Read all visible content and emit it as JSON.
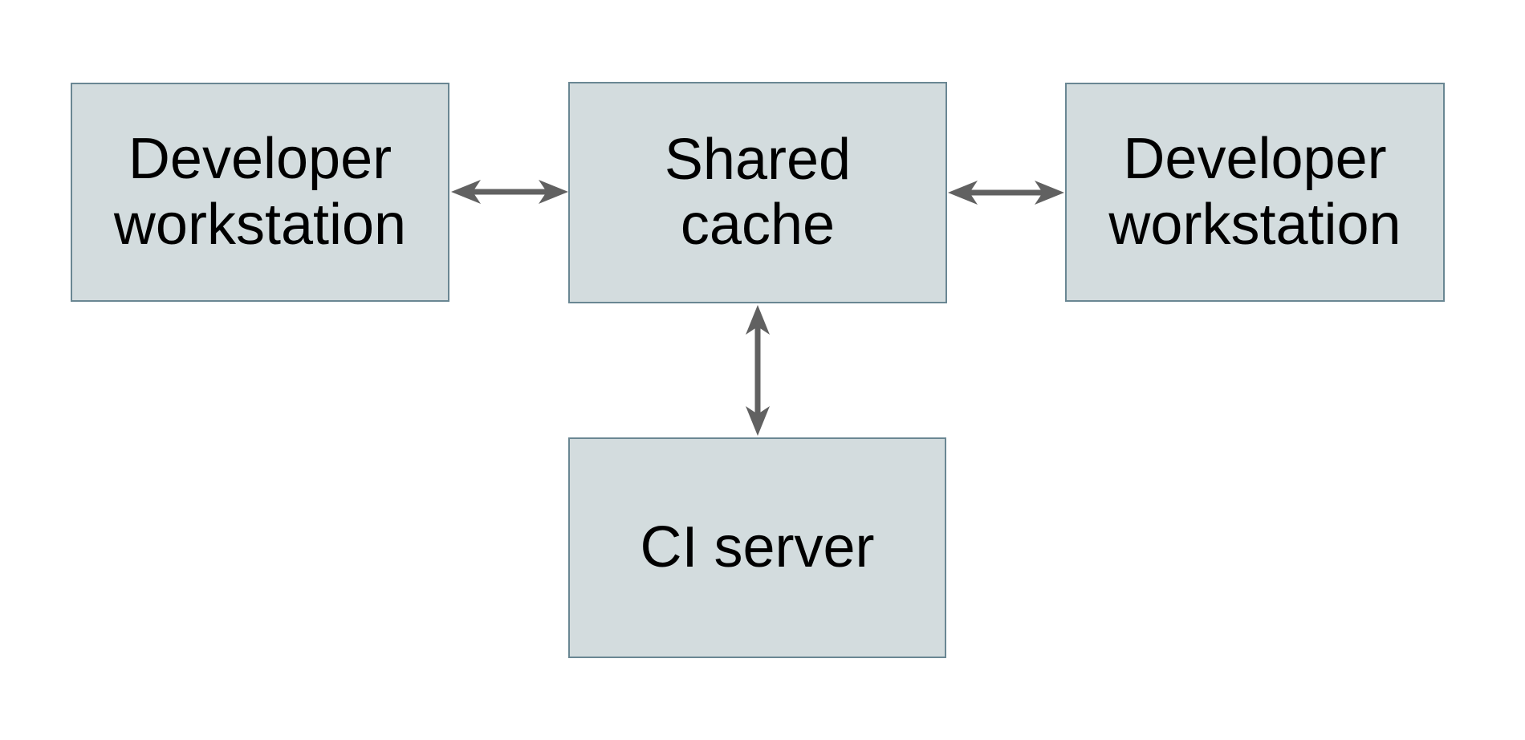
{
  "diagram": {
    "nodes": {
      "workstation_left": {
        "label": "Developer\nworkstation"
      },
      "shared_cache": {
        "label": "Shared\ncache"
      },
      "workstation_right": {
        "label": "Developer\nworkstation"
      },
      "ci_server": {
        "label": "CI server"
      }
    },
    "edges": [
      {
        "from": "workstation_left",
        "to": "shared_cache",
        "direction": "bidirectional"
      },
      {
        "from": "shared_cache",
        "to": "workstation_right",
        "direction": "bidirectional"
      },
      {
        "from": "shared_cache",
        "to": "ci_server",
        "direction": "bidirectional"
      }
    ]
  },
  "colors": {
    "background": "#ffffff",
    "node_fill": "#d3dcde",
    "node_border": "#6a8793",
    "node_text": "#000000",
    "arrow": "#616161"
  }
}
